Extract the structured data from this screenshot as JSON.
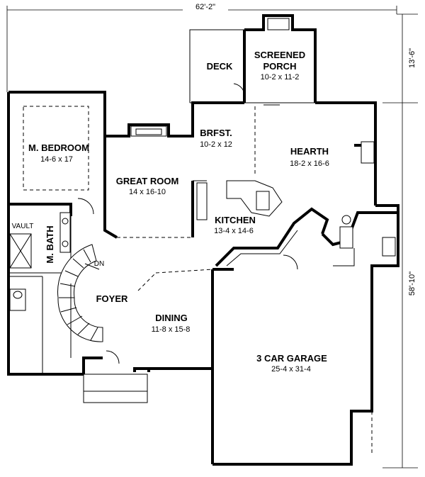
{
  "dimensions": {
    "overall_width": "62'-2\"",
    "porch_depth": "13'-6\"",
    "house_depth": "58'-10\""
  },
  "rooms": {
    "deck": {
      "name": "DECK"
    },
    "screened_porch": {
      "name_line1": "SCREENED",
      "name_line2": "PORCH",
      "size": "10-2 x 11-2"
    },
    "master_bedroom": {
      "name": "M. BEDROOM",
      "size": "14-6 x 17"
    },
    "breakfast": {
      "name": "BRFST.",
      "size": "10-2 x 12"
    },
    "hearth": {
      "name": "HEARTH",
      "size": "18-2 x 16-6"
    },
    "great_room": {
      "name": "GREAT ROOM",
      "size": "14 x 16-10"
    },
    "kitchen": {
      "name": "KITCHEN",
      "size": "13-4 x 14-6"
    },
    "master_bath": {
      "name": "M. BATH"
    },
    "foyer": {
      "name": "FOYER"
    },
    "dining": {
      "name": "DINING",
      "size": "11-8 x 15-8"
    },
    "garage": {
      "name": "3 CAR GARAGE",
      "size": "25-4 x 31-4"
    }
  },
  "labels": {
    "vault": "VAULT",
    "stair_down": "DN"
  }
}
